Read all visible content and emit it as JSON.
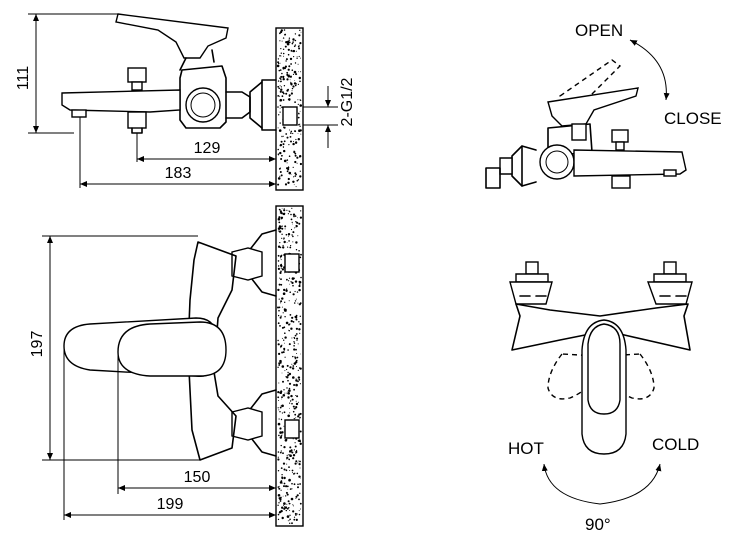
{
  "side_view": {
    "dimensions": {
      "height_label": "111",
      "spout_reach_label": "129",
      "overall_reach_label": "183",
      "connection_label": "2-G1/2"
    }
  },
  "top_view": {
    "dimensions": {
      "width_label": "197",
      "handle_reach_label": "150",
      "overall_reach_label": "199"
    }
  },
  "lever_diagram": {
    "open_label": "OPEN",
    "close_label": "CLOSE"
  },
  "rotation_diagram": {
    "hot_label": "HOT",
    "cold_label": "COLD",
    "angle_label": "90°"
  },
  "colors": {
    "line": "#000000",
    "wall_fill": "#ffffff",
    "wall_speckle": "#000000"
  }
}
